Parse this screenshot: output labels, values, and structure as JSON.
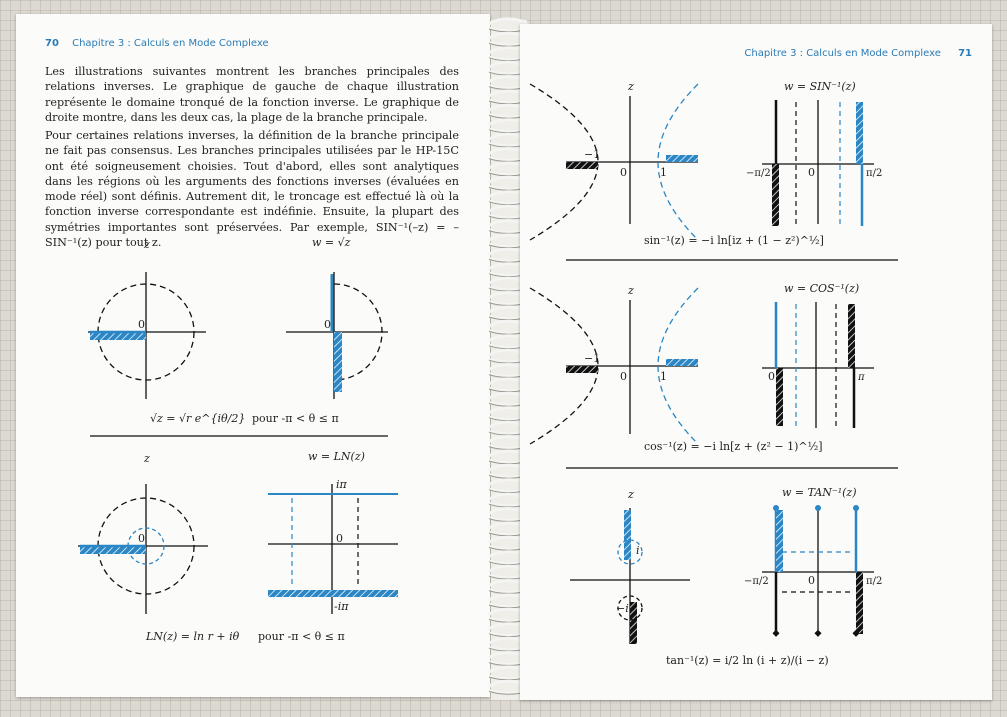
{
  "left_page": {
    "page_number": "70",
    "chapter": "Chapitre 3 : Calculs en Mode Complexe",
    "paragraph_1": "Les illustrations suivantes montrent les branches principales des relations inverses. Le graphique de gauche de chaque illustration représente le domaine tronqué de la fonction inverse. Le graphique de droite montre, dans les deux cas, la plage de la branche principale.",
    "paragraph_2": "Pour certaines relations inverses, la définition de la branche principale ne fait pas consensus. Les branches principales utilisées par le HP-15C ont été soigneusement choisies. Tout d'abord, elles sont analytiques dans les régions où les arguments des fonctions inverses (évaluées en mode réel) sont définis. Autrement dit, le troncage est effectué là où la fonction inverse correspondante est indéfinie. Ensuite, la plupart des symétries importantes sont préservées. Par exemple, SIN⁻¹(–z) = – SIN⁻¹(z) pour tout z.",
    "sqrt_fig": {
      "z_label": "z",
      "w_label": "w = √z",
      "origin_left": "0",
      "origin_right": "0",
      "caption": "√z = √r e^{iθ/2}",
      "condition": "pour -π < θ ≤ π"
    },
    "ln_fig": {
      "z_label": "z",
      "w_label": "w = LN(z)",
      "origin_left": "0",
      "origin_right": "0",
      "top_label": "iπ",
      "bottom_label": "-iπ",
      "caption": "LN(z) = ln r + iθ",
      "condition": "pour -π < θ ≤ π"
    }
  },
  "right_page": {
    "page_number": "71",
    "chapter": "Chapitre 3 : Calculs en Mode Complexe",
    "sin_fig": {
      "z_label": "z",
      "w_label": "w = SIN⁻¹(z)",
      "minus_one": "−1",
      "origin": "0",
      "one": "1",
      "origin_right": "0",
      "neg_pi_2": "−π/2",
      "pi_2": "π/2",
      "caption": "sin⁻¹(z) = −i ln[iz + (1 − z²)^½]"
    },
    "cos_fig": {
      "z_label": "z",
      "w_label": "w = COS⁻¹(z)",
      "minus_one": "−1",
      "origin": "0",
      "one": "1",
      "origin_right": "0",
      "pi": "π",
      "caption": "cos⁻¹(z) = −i ln[z + (z² − 1)^½]"
    },
    "tan_fig": {
      "z_label": "z",
      "w_label": "w = TAN⁻¹(z)",
      "i_label": "i",
      "neg_i_label": "−i",
      "origin_right": "0",
      "neg_pi_2": "−π/2",
      "pi_2": "π/2",
      "caption": "tan⁻¹(z) = i/2 ln (i + z)/(i − z)"
    }
  },
  "colors": {
    "accent_blue": "#2a86c5",
    "ink": "#1a1a1a",
    "paper": "#fbfbf9"
  }
}
